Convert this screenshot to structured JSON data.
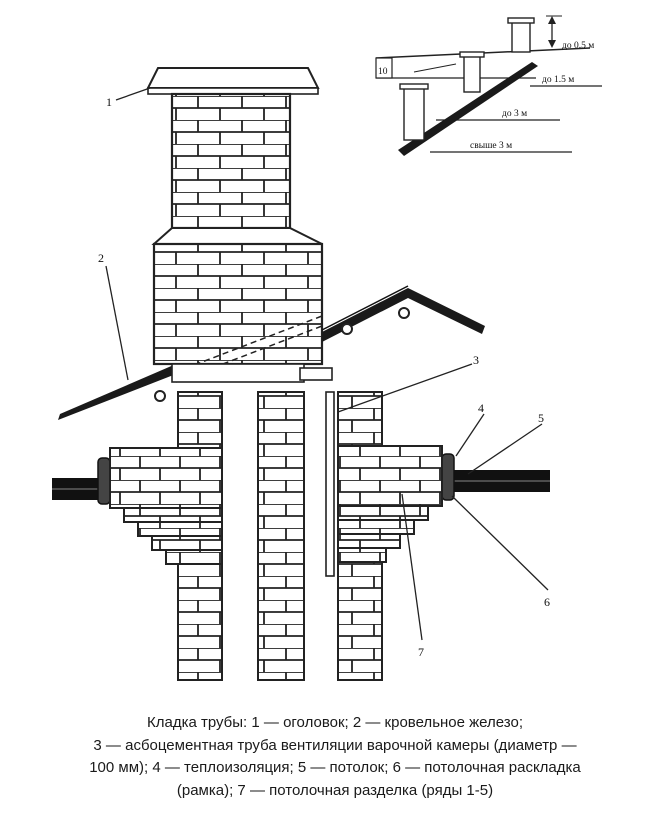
{
  "labels": {
    "l1": "1",
    "l2": "2",
    "l3": "3",
    "l4": "4",
    "l5": "5",
    "l6": "6",
    "l7": "7"
  },
  "inset": {
    "angle": "10",
    "h1": "до 0.5 м",
    "h2": "до 1.5 м",
    "h3": "до 3 м",
    "h4": "свыше 3 м"
  },
  "caption": {
    "line1": "Кладка трубы: 1 — оголовок; 2 — кровельное железо;",
    "line2": "3 — асбоцементная труба вентиляции варочной камеры (диаметр —",
    "line3": "100 мм); 4 — теплоизоляция; 5 — потолок; 6 — потолочная раскладка",
    "line4": "(рамка); 7 — потолочная разделка (ряды 1-5)"
  }
}
